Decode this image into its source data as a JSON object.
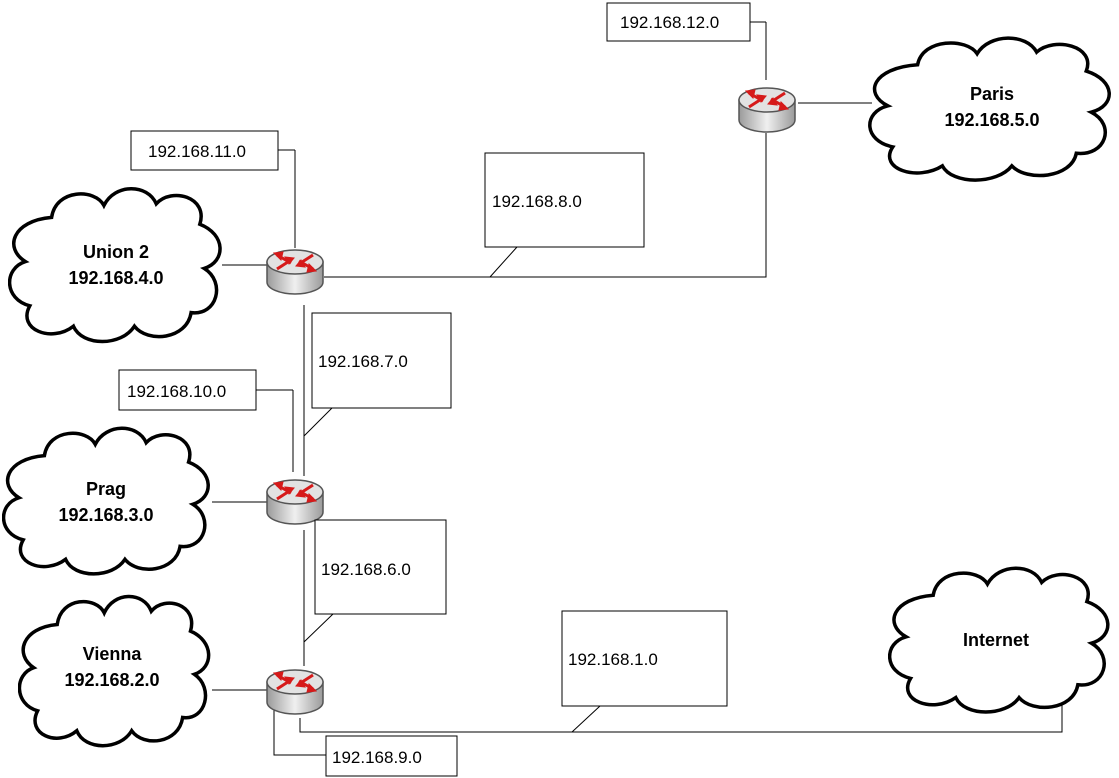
{
  "diagram": {
    "clouds": {
      "union2": {
        "name": "Union 2",
        "network": "192.168.4.0"
      },
      "prag": {
        "name": "Prag",
        "network": "192.168.3.0"
      },
      "vienna": {
        "name": "Vienna",
        "network": "192.168.2.0"
      },
      "paris": {
        "name": "Paris",
        "network": "192.168.5.0"
      },
      "internet": {
        "name": "Internet"
      }
    },
    "labels": {
      "net12": "192.168.12.0",
      "net11": "192.168.11.0",
      "net8": "192.168.8.0",
      "net7": "192.168.7.0",
      "net10": "192.168.10.0",
      "net6": "192.168.6.0",
      "net1": "192.168.1.0",
      "net9": "192.168.9.0"
    },
    "colors": {
      "router_arrow": "#d61a1a",
      "router_body": "#c8c8c8",
      "line": "#000000"
    }
  }
}
